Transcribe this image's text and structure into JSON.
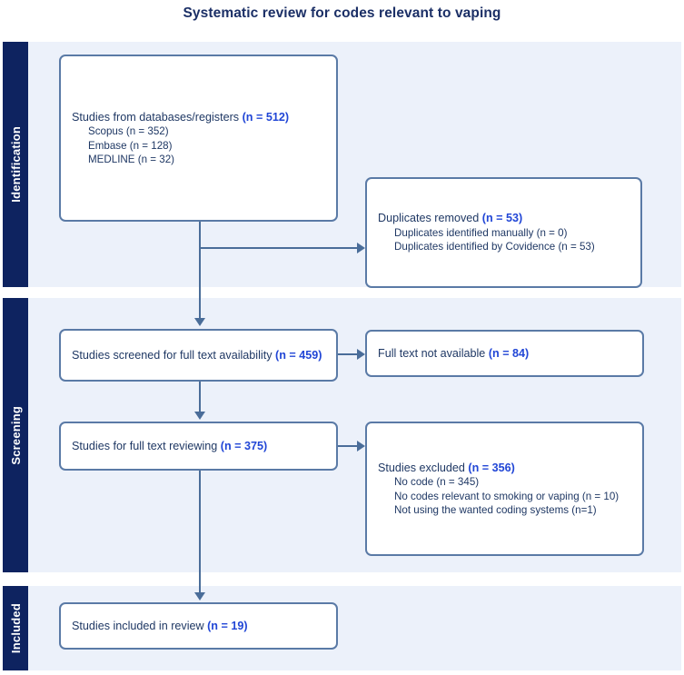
{
  "title": "Systematic review for codes relevant to vaping",
  "colors": {
    "stage_bar": "#0e2360",
    "stage_panel": "#ecf1fa",
    "box_border": "#5a7aa6",
    "text": "#1f3864",
    "count_accent": "#2146d6",
    "connector": "#4a6d99",
    "title": "#1b2f66"
  },
  "stages": [
    {
      "id": "identification",
      "label": "Identification"
    },
    {
      "id": "screening",
      "label": "Screening"
    },
    {
      "id": "included",
      "label": "Included"
    }
  ],
  "boxes": {
    "records": {
      "headline_text": "Studies from databases/registers ",
      "headline_count": "(n = 512)",
      "sub": [
        "Scopus (n = 352)",
        "Embase (n = 128)",
        "MEDLINE (n = 32)"
      ]
    },
    "duplicates": {
      "headline_text": "Duplicates removed ",
      "headline_count": "(n = 53)",
      "sub": [
        "Duplicates identified manually (n = 0)",
        "Duplicates identified by Covidence (n = 53)"
      ]
    },
    "screened": {
      "headline_text": "Studies screened for full text availability ",
      "headline_count": "(n = 459)"
    },
    "no_full_text": {
      "headline_text": "Full text not available ",
      "headline_count": "(n = 84)"
    },
    "reviewing": {
      "headline_text": "Studies for full text reviewing ",
      "headline_count": "(n = 375)"
    },
    "excluded": {
      "headline_text": "Studies excluded ",
      "headline_count": "(n = 356)",
      "sub": [
        "No code (n = 345)",
        "No codes relevant to smoking or vaping (n = 10)",
        "Not using the wanted coding systems (n=1)"
      ]
    },
    "included": {
      "headline_text": "Studies included in review ",
      "headline_count": "(n = 19)"
    }
  }
}
